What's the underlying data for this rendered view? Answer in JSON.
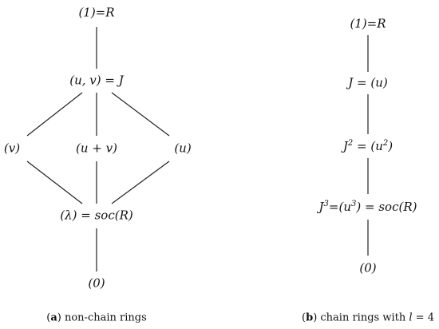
{
  "diagram_a": {
    "nodes": {
      "top": "(1)=R",
      "upper": "(u, v) = J",
      "left": "(v)",
      "middle": "(u + v)",
      "right": "(u)",
      "lower": "(λ) = soc(R)",
      "bottom": "(0)"
    },
    "caption_letter": "a",
    "caption_text": " non-chain rings"
  },
  "diagram_b": {
    "nodes": {
      "n1": "(1)=R",
      "n2": "J = (u)",
      "n3_pre": "J",
      "n3_sup": "2",
      "n3_mid": " = (u",
      "n3_sup2": "2",
      "n3_post": ")",
      "n4_pre": "J",
      "n4_sup": "3",
      "n4_mid": "=(u",
      "n4_sup2": "3",
      "n4_post": ") = soc(R)",
      "n5": "(0)"
    },
    "caption_letter": "b",
    "caption_text": " chain rings with ",
    "caption_var": "l",
    "caption_eq": " = 4"
  }
}
